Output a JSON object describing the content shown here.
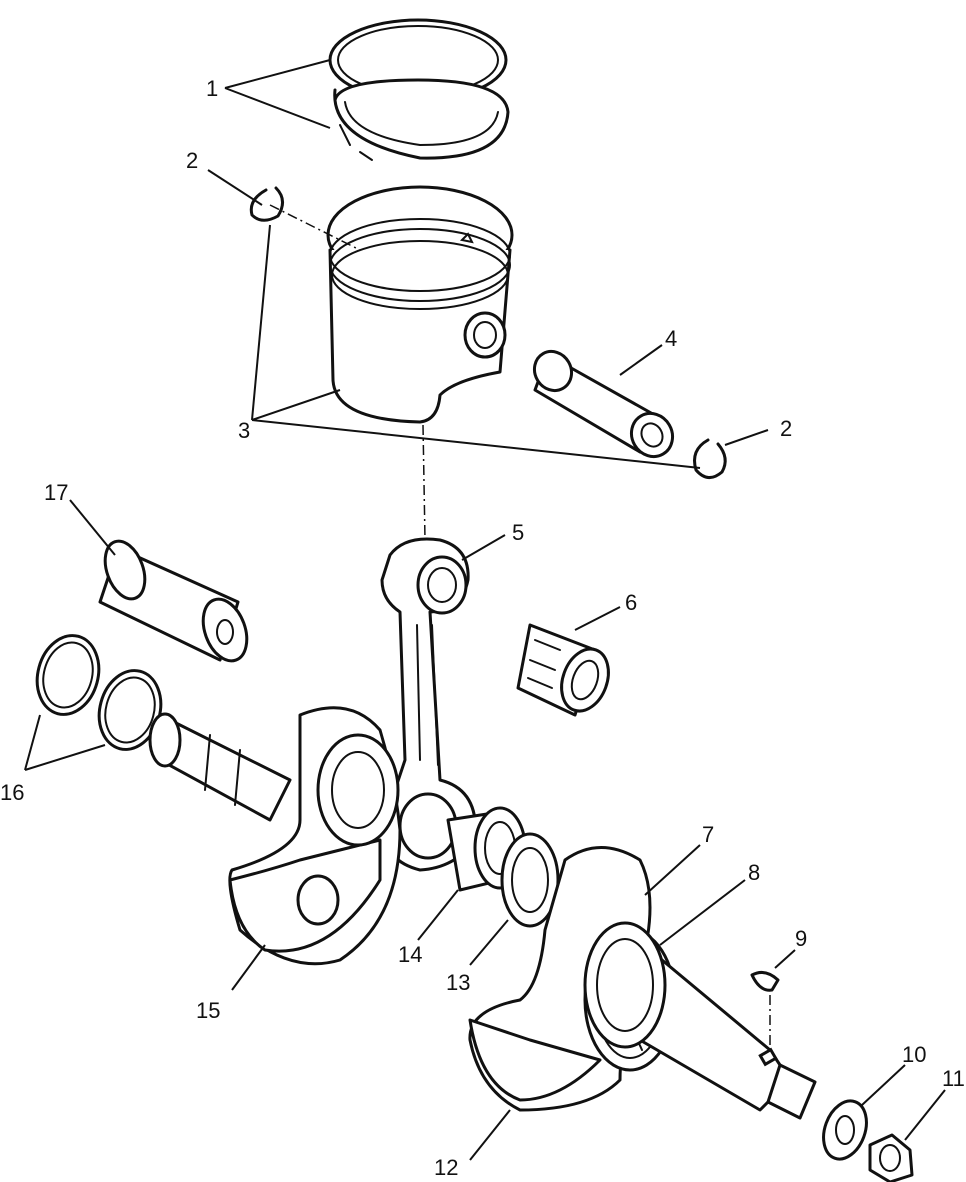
{
  "callouts": [
    {
      "id": "c1",
      "label": "1"
    },
    {
      "id": "c2a",
      "label": "2"
    },
    {
      "id": "c2b",
      "label": "2"
    },
    {
      "id": "c3",
      "label": "3"
    },
    {
      "id": "c4",
      "label": "4"
    },
    {
      "id": "c5",
      "label": "5"
    },
    {
      "id": "c6",
      "label": "6"
    },
    {
      "id": "c7",
      "label": "7"
    },
    {
      "id": "c8",
      "label": "8"
    },
    {
      "id": "c9",
      "label": "9"
    },
    {
      "id": "c10",
      "label": "10"
    },
    {
      "id": "c11",
      "label": "11"
    },
    {
      "id": "c12",
      "label": "12"
    },
    {
      "id": "c13",
      "label": "13"
    },
    {
      "id": "c14",
      "label": "14"
    },
    {
      "id": "c15",
      "label": "15"
    },
    {
      "id": "c16",
      "label": "16"
    },
    {
      "id": "c17",
      "label": "17"
    }
  ]
}
